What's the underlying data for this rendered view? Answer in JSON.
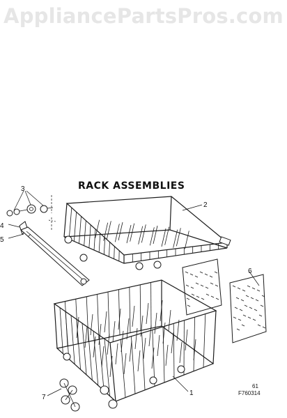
{
  "watermark": "AppliancePartsPros.com",
  "diagram": {
    "title": "RACK ASSEMBLIES",
    "callouts": [
      "3",
      "4",
      "5",
      "2",
      "6",
      "1",
      "7"
    ],
    "footer_code_1": "61",
    "footer_code_2": "F760314"
  }
}
